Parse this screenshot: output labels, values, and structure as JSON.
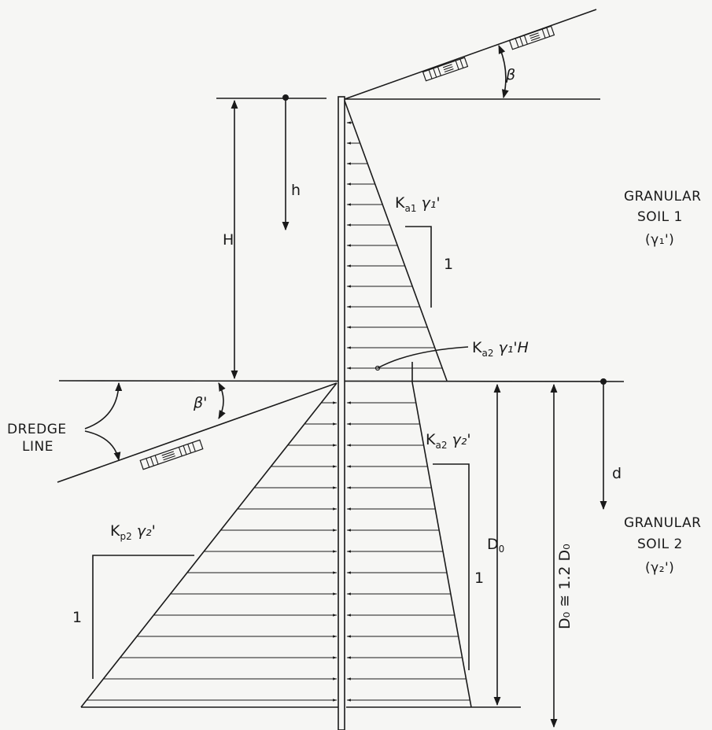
{
  "soil_1": {
    "line1": "GRANULAR",
    "line2": "SOIL 1",
    "line3": "(γ₁')"
  },
  "soil_2": {
    "line1": "GRANULAR",
    "line2": "SOIL 2",
    "line3": "(γ₂')"
  },
  "dredge_line": {
    "line1": "DREDGE",
    "line2": "LINE"
  },
  "labels": {
    "h": "h",
    "H": "H",
    "d": "d",
    "D0": "D",
    "D0_sub": "0",
    "beta": "β",
    "beta_prime": "β'",
    "slope_one_upper": "1",
    "slope_one_lower_right": "1",
    "slope_one_lower_left": "1",
    "total_depth": "D₀ ≅ 1.2 D₀"
  },
  "pressures": {
    "ka1_main": "K",
    "ka1_sub": "a1",
    "ka1_gamma": "γ₁'",
    "ka2H_main": "K",
    "ka2H_sub": "a2",
    "ka2H_gamma": "γ₁'H",
    "ka2_main": "K",
    "ka2_sub": "a2",
    "ka2_gamma": "γ₂'",
    "kp2_main": "K",
    "kp2_sub": "p2",
    "kp2_gamma": "γ₂'"
  },
  "colors": {
    "ink": "#1a1a1a",
    "paper": "#f6f6f4"
  }
}
